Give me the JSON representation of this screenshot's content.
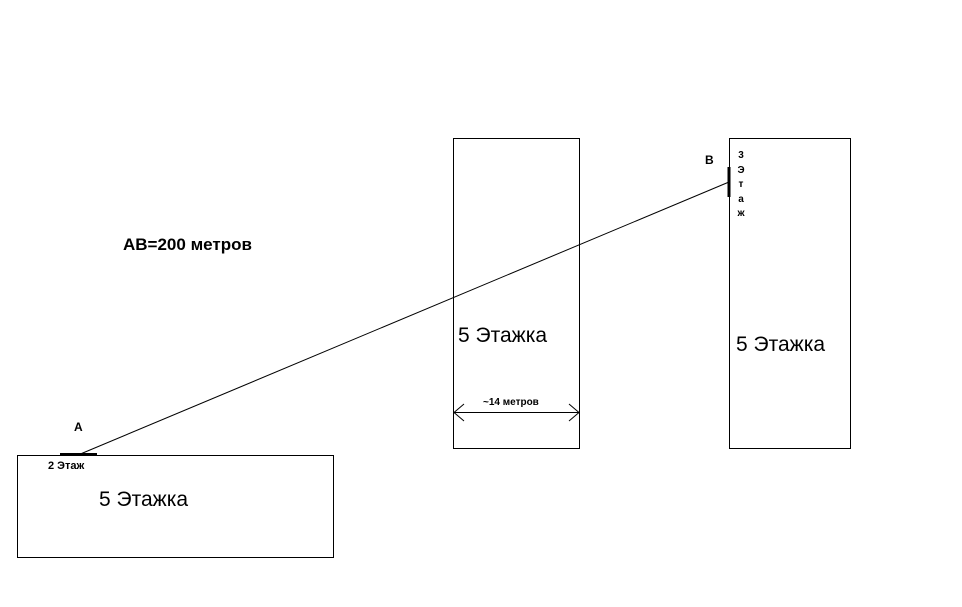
{
  "distance_label": "AB=200 метров",
  "point_a": "A",
  "point_b": "B",
  "building_left": {
    "label": "5 Этажка",
    "floor_label": "2 Этаж"
  },
  "building_middle": {
    "label": "5 Этажка",
    "width_label": "~14 метров"
  },
  "building_right": {
    "label": "5 Этажка",
    "floor_label_chars": [
      "3",
      "Э",
      "т",
      "а",
      "ж"
    ]
  },
  "colors": {
    "line": "#000000",
    "background": "#ffffff"
  }
}
